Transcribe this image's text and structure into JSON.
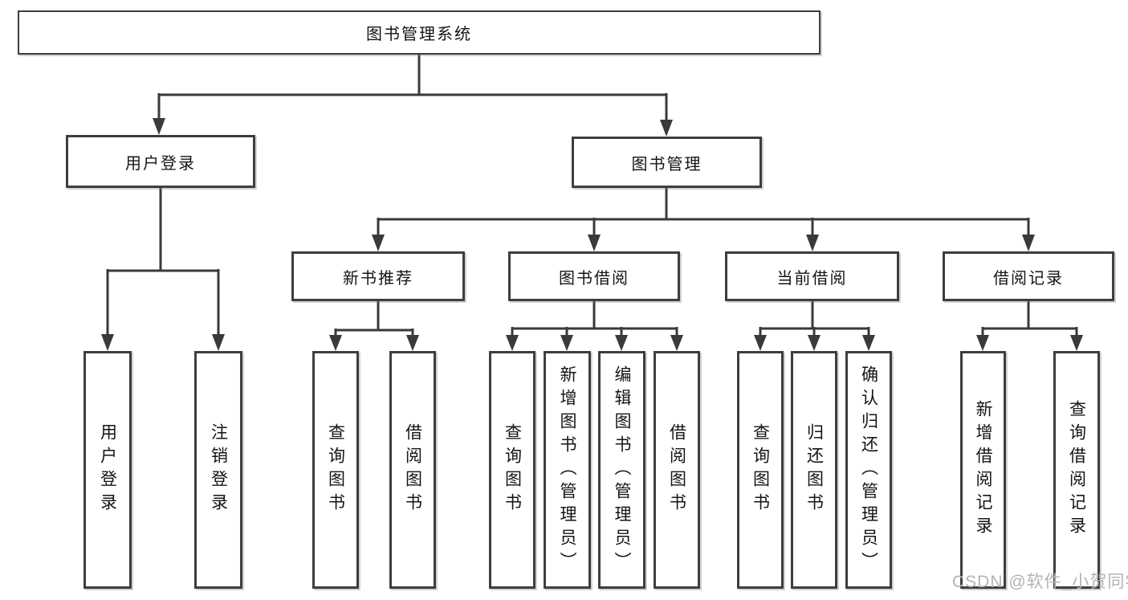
{
  "tree": {
    "label": "图书管理系统",
    "children": [
      {
        "label": "用户登录",
        "children": [
          {
            "label": "用户登录"
          },
          {
            "label": "注销登录"
          }
        ]
      },
      {
        "label": "图书管理",
        "children": [
          {
            "label": "新书推荐",
            "children": [
              {
                "label": "查询图书"
              },
              {
                "label": "借阅图书"
              }
            ]
          },
          {
            "label": "图书借阅",
            "children": [
              {
                "label": "查询图书"
              },
              {
                "label": "新增图书（管理员）"
              },
              {
                "label": "编辑图书（管理员）"
              },
              {
                "label": "借阅图书"
              }
            ]
          },
          {
            "label": "当前借阅",
            "children": [
              {
                "label": "查询图书"
              },
              {
                "label": "归还图书"
              },
              {
                "label": "确认归还（管理员）"
              }
            ]
          },
          {
            "label": "借阅记录",
            "children": [
              {
                "label": "新增借阅记录"
              },
              {
                "label": "查询借阅记录"
              }
            ]
          }
        ]
      }
    ]
  },
  "watermark": {
    "text": "CSDN @软件_小贺同学"
  },
  "colors": {
    "line": "#3a3a3a",
    "box_border": "#3e3e3e",
    "box_fill": "#ffffff",
    "text": "#141414",
    "watermark": "#b3b3b3",
    "background": "#ffffff"
  }
}
